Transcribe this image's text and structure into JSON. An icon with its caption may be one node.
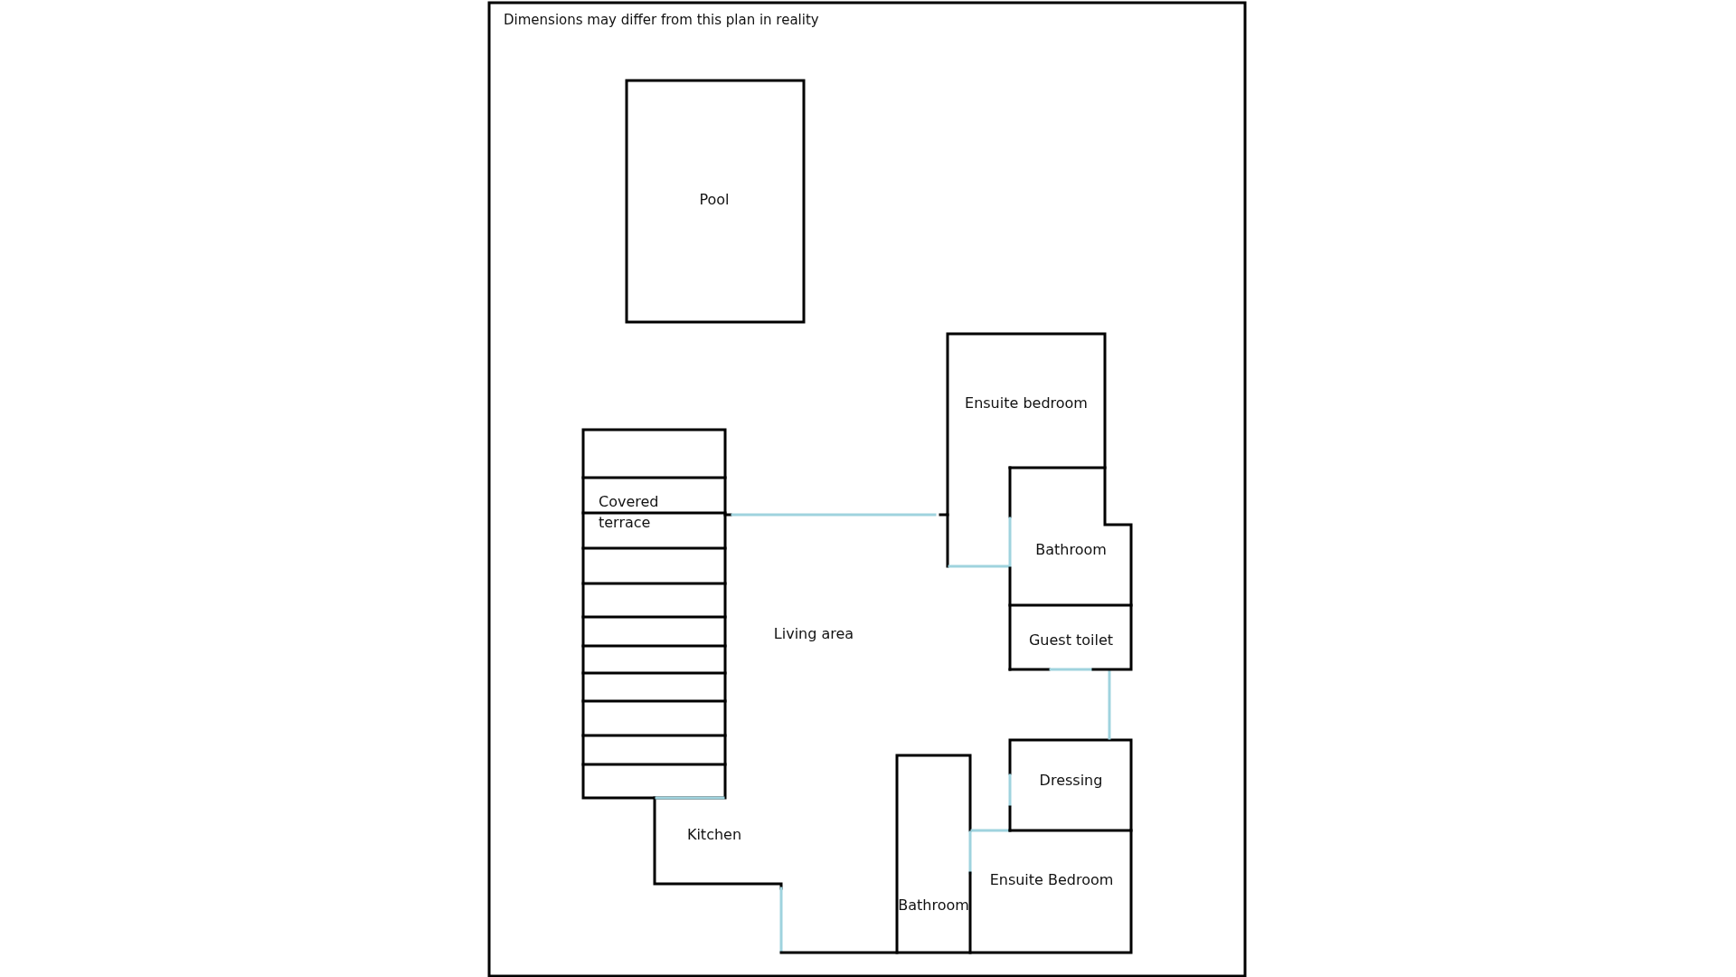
{
  "diagram": {
    "nodes": [
      {
        "text": [
          "Pool"
        ]
      },
      {
        "text": [
          "Ensuite bedroom"
        ]
      },
      {
        "text": [
          "Covered terrace"
        ]
      },
      {
        "text": [
          "Bathroom"
        ]
      },
      {
        "text": [
          "Guest toilet"
        ]
      },
      {
        "text": [
          "Living area"
        ]
      },
      {
        "text": [
          "Dressing"
        ]
      },
      {
        "text": [
          "Kitchen"
        ]
      },
      {
        "text": [
          "Ensuite Bedroom"
        ]
      },
      {
        "text": [
          "Bathroom"
        ]
      }
    ],
    "labels": [
      "Dimensions may differ from this plan in reality"
    ]
  }
}
